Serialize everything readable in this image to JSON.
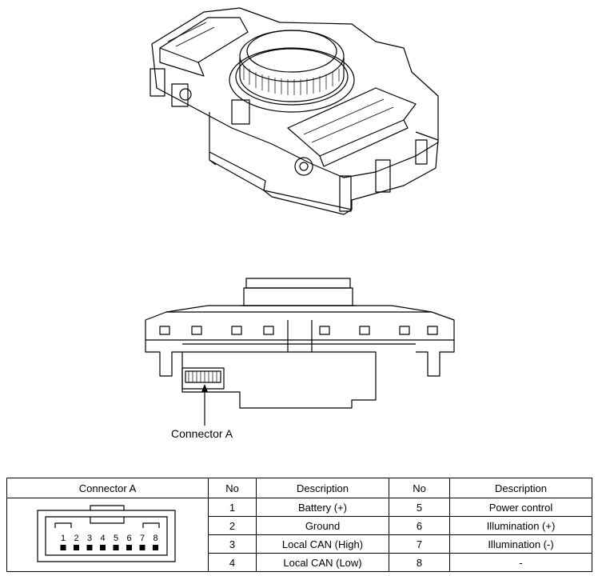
{
  "callout_label": "Connector A",
  "table": {
    "headers": [
      "Connector A",
      "No",
      "Description",
      "No",
      "Description"
    ],
    "rows": [
      {
        "no1": "1",
        "desc1": "Battery (+)",
        "no2": "5",
        "desc2": "Power control"
      },
      {
        "no1": "2",
        "desc1": "Ground",
        "no2": "6",
        "desc2": "Illumination (+)"
      },
      {
        "no1": "3",
        "desc1": "Local CAN (High)",
        "no2": "7",
        "desc2": "Illumination (-)"
      },
      {
        "no1": "4",
        "desc1": "Local CAN (Low)",
        "no2": "8",
        "desc2": "-"
      }
    ]
  },
  "connector_pins": [
    "1",
    "2",
    "3",
    "4",
    "5",
    "6",
    "7",
    "8"
  ]
}
